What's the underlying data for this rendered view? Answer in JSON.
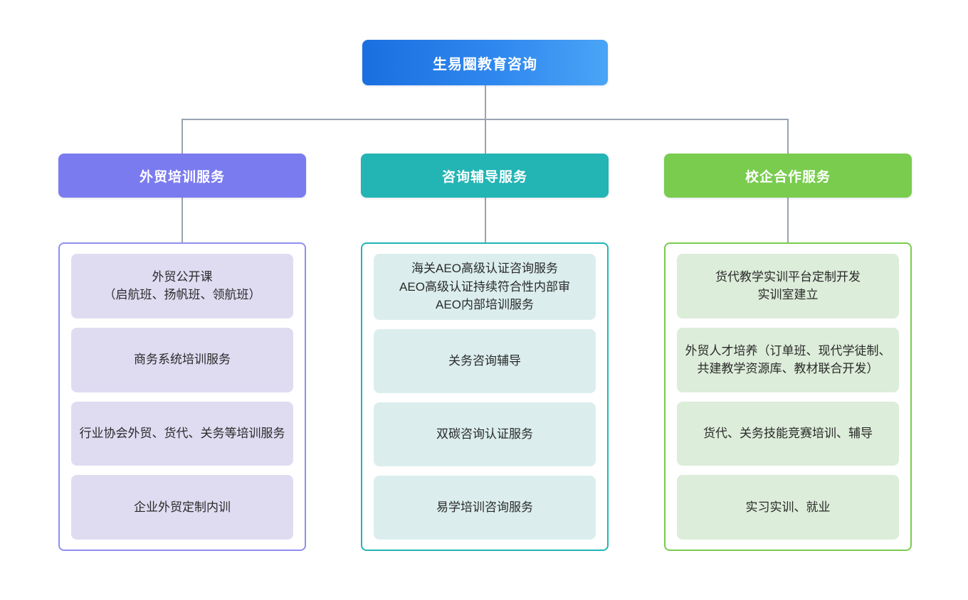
{
  "root": {
    "title": "生易圈教育咨询",
    "gradient_from": "#1a6fe0",
    "gradient_to": "#4aa4f6"
  },
  "connector_color": "#9aa3b0",
  "columns": [
    {
      "id": "foreign-trade-training",
      "header": "外贸培训服务",
      "header_color": "#7b7bf0",
      "border_color": "#8f8ef0",
      "card_color": "#dfdcf2",
      "items": [
        "外贸公开课\n（启航班、扬帆班、领航班）",
        "商务系统培训服务",
        "行业协会外贸、货代、关务等培训服务",
        "企业外贸定制内训"
      ]
    },
    {
      "id": "consulting-tutoring",
      "header": "咨询辅导服务",
      "header_color": "#23b4b4",
      "border_color": "#23b4b4",
      "card_color": "#dbeeed",
      "items": [
        "海关AEO高级认证咨询服务\nAEO高级认证持续符合性内部审\nAEO内部培训服务",
        "关务咨询辅导",
        "双碳咨询认证服务",
        "易学培训咨询服务"
      ]
    },
    {
      "id": "school-enterprise-cooperation",
      "header": "校企合作服务",
      "header_color": "#79cc4e",
      "border_color": "#79cc4e",
      "card_color": "#dcedd9",
      "items": [
        "货代教学实训平台定制开发\n实训室建立",
        "外贸人才培养（订单班、现代学徒制、共建教学资源库、教材联合开发）",
        "货代、关务技能竞赛培训、辅导",
        "实习实训、就业"
      ]
    }
  ]
}
